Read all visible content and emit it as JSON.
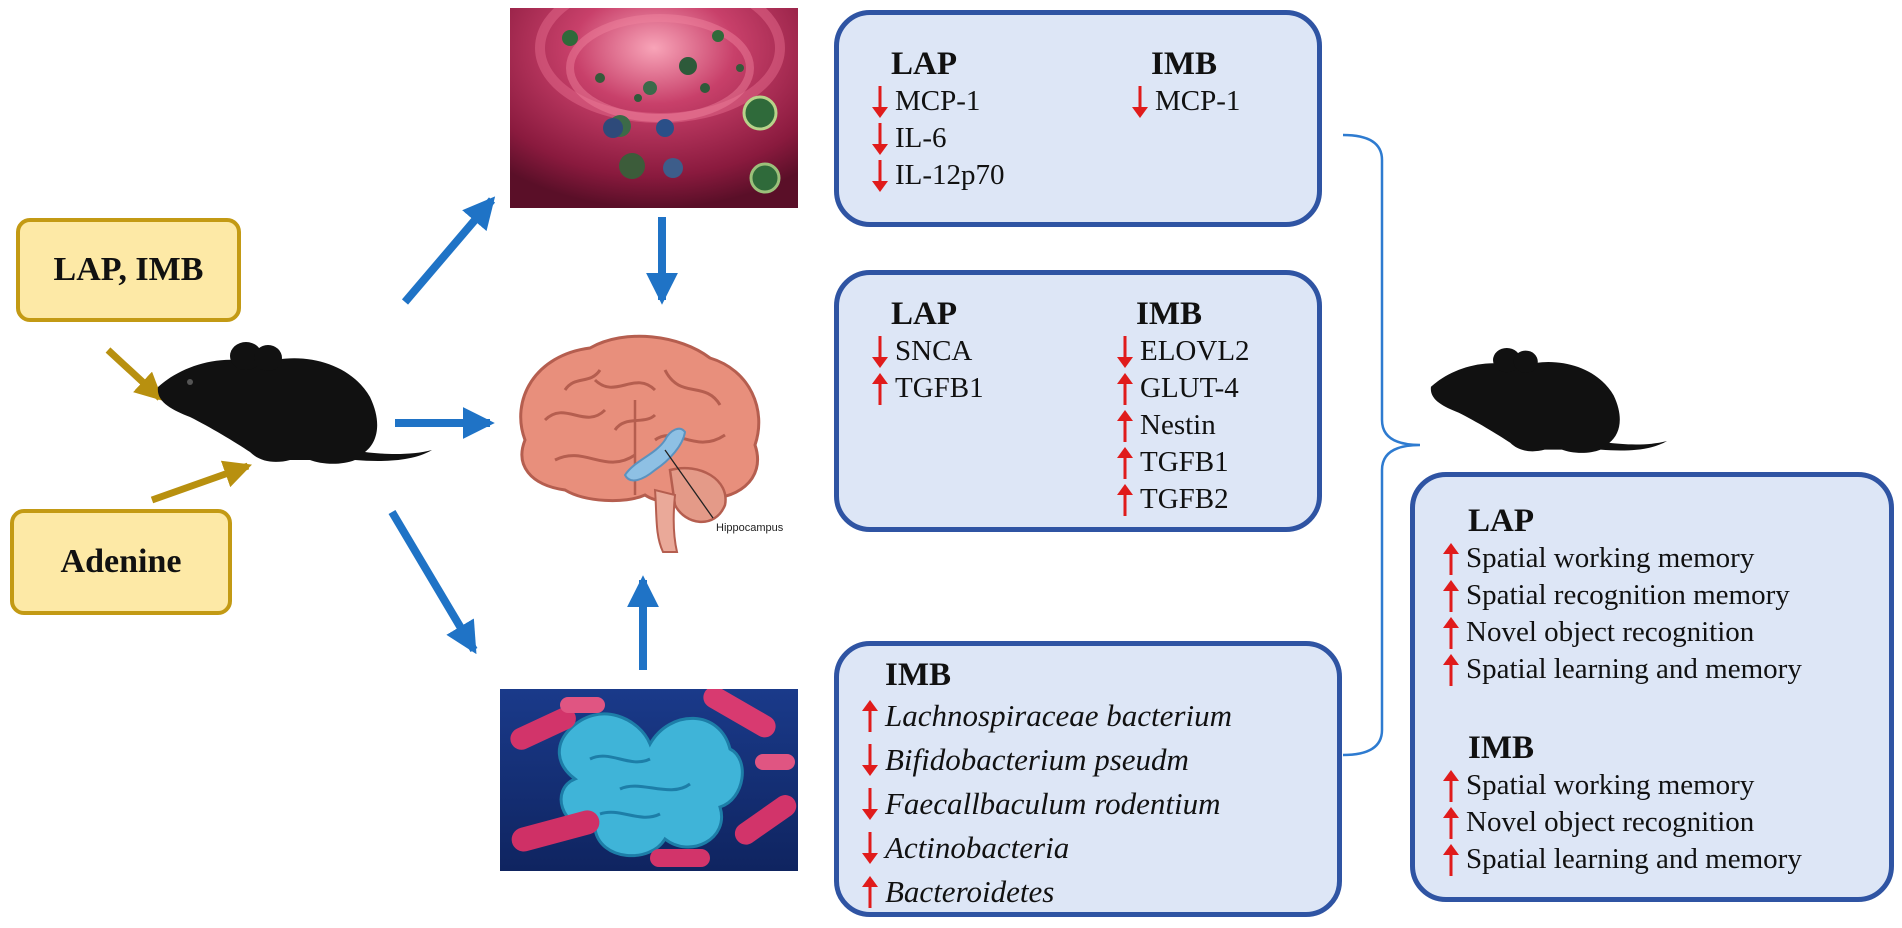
{
  "inputs": {
    "treatments": "LAP, IMB",
    "inducer": "Adenine"
  },
  "brain_label": "Hippocampus",
  "colors": {
    "flow_arrow": "#1f73c6",
    "input_arrow": "#b8900f",
    "up_arrow": "#e01b1b",
    "down_arrow": "#e01b1b",
    "box_fill": "#dde6f6",
    "box_border": "#2f54a3",
    "input_fill": "#fde9a6"
  },
  "cytokines": {
    "lap": {
      "title": "LAP",
      "items": [
        {
          "dir": "down",
          "label": "MCP-1"
        },
        {
          "dir": "down",
          "label": "IL-6"
        },
        {
          "dir": "down",
          "label": "IL-12p70"
        }
      ]
    },
    "imb": {
      "title": "IMB",
      "items": [
        {
          "dir": "down",
          "label": "MCP-1"
        }
      ]
    }
  },
  "genes": {
    "lap": {
      "title": "LAP",
      "items": [
        {
          "dir": "down",
          "label": "SNCA"
        },
        {
          "dir": "up",
          "label": "TGFB1"
        }
      ]
    },
    "imb": {
      "title": "IMB",
      "items": [
        {
          "dir": "down",
          "label": "ELOVL2"
        },
        {
          "dir": "up",
          "label": "GLUT-4"
        },
        {
          "dir": "up",
          "label": "Nestin"
        },
        {
          "dir": "up",
          "label": "TGFB1"
        },
        {
          "dir": "up",
          "label": "TGFB2"
        }
      ]
    }
  },
  "microbiota": {
    "imb": {
      "title": "IMB",
      "items": [
        {
          "dir": "up",
          "label": "Lachnospiraceae bacterium"
        },
        {
          "dir": "down",
          "label": "Bifidobacterium pseudm"
        },
        {
          "dir": "down",
          "label": "Faecallbaculum rodentium"
        },
        {
          "dir": "down",
          "label": "Actinobacteria"
        },
        {
          "dir": "up",
          "label": "Bacteroidetes"
        }
      ]
    }
  },
  "behavior": {
    "lap": {
      "title": "LAP",
      "items": [
        {
          "dir": "up",
          "label": "Spatial working memory"
        },
        {
          "dir": "up",
          "label": "Spatial recognition memory"
        },
        {
          "dir": "up",
          "label": "Novel object recognition"
        },
        {
          "dir": "up",
          "label": "Spatial learning and memory"
        }
      ]
    },
    "imb": {
      "title": "IMB",
      "items": [
        {
          "dir": "up",
          "label": "Spatial working memory"
        },
        {
          "dir": "up",
          "label": "Novel object recognition"
        },
        {
          "dir": "up",
          "label": "Spatial learning and memory"
        }
      ]
    }
  }
}
